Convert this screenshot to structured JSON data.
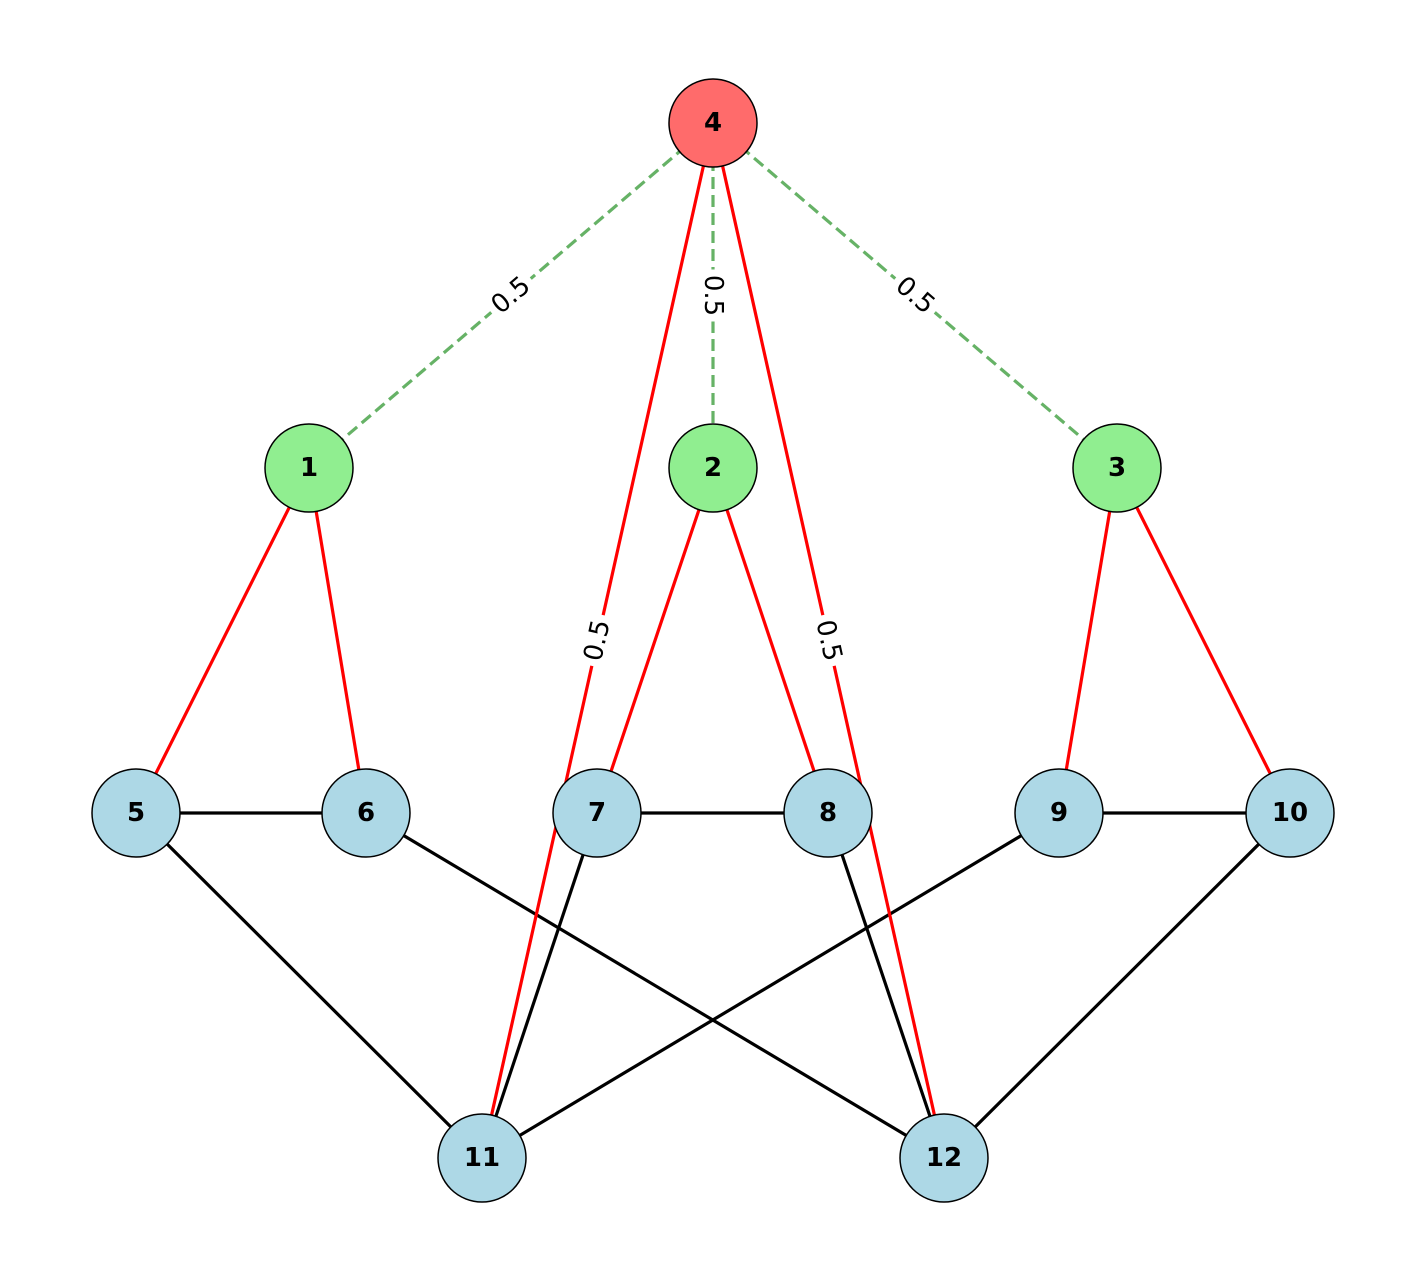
{
  "colors": {
    "root_fill": "#ff6b6b",
    "mid_fill": "#90ee90",
    "leaf_fill": "#add8e6",
    "weighted_edge": "#66b266",
    "red_edge": "#ff0000",
    "black_edge": "#000000"
  },
  "nodes": [
    {
      "id": "4",
      "label": "4",
      "group": "root"
    },
    {
      "id": "1",
      "label": "1",
      "group": "mid"
    },
    {
      "id": "2",
      "label": "2",
      "group": "mid"
    },
    {
      "id": "3",
      "label": "3",
      "group": "mid"
    },
    {
      "id": "5",
      "label": "5",
      "group": "leaf"
    },
    {
      "id": "6",
      "label": "6",
      "group": "leaf"
    },
    {
      "id": "7",
      "label": "7",
      "group": "leaf"
    },
    {
      "id": "8",
      "label": "8",
      "group": "leaf"
    },
    {
      "id": "9",
      "label": "9",
      "group": "leaf"
    },
    {
      "id": "10",
      "label": "10",
      "group": "leaf"
    },
    {
      "id": "11",
      "label": "11",
      "group": "leaf"
    },
    {
      "id": "12",
      "label": "12",
      "group": "leaf"
    }
  ],
  "edges": [
    {
      "source": "4",
      "target": "1",
      "style": "green-dashed",
      "label": "0.5"
    },
    {
      "source": "4",
      "target": "2",
      "style": "green-dashed",
      "label": "0.5"
    },
    {
      "source": "4",
      "target": "3",
      "style": "green-dashed",
      "label": "0.5"
    },
    {
      "source": "4",
      "target": "11",
      "style": "red",
      "label": "0.5"
    },
    {
      "source": "4",
      "target": "12",
      "style": "red",
      "label": "0.5"
    },
    {
      "source": "1",
      "target": "5",
      "style": "red",
      "label": ""
    },
    {
      "source": "1",
      "target": "6",
      "style": "red",
      "label": ""
    },
    {
      "source": "2",
      "target": "7",
      "style": "red",
      "label": ""
    },
    {
      "source": "2",
      "target": "8",
      "style": "red",
      "label": ""
    },
    {
      "source": "3",
      "target": "9",
      "style": "red",
      "label": ""
    },
    {
      "source": "3",
      "target": "10",
      "style": "red",
      "label": ""
    },
    {
      "source": "5",
      "target": "6",
      "style": "black",
      "label": ""
    },
    {
      "source": "7",
      "target": "8",
      "style": "black",
      "label": ""
    },
    {
      "source": "9",
      "target": "10",
      "style": "black",
      "label": ""
    },
    {
      "source": "5",
      "target": "11",
      "style": "black",
      "label": ""
    },
    {
      "source": "7",
      "target": "11",
      "style": "black",
      "label": ""
    },
    {
      "source": "9",
      "target": "11",
      "style": "black",
      "label": ""
    },
    {
      "source": "6",
      "target": "12",
      "style": "black",
      "label": ""
    },
    {
      "source": "8",
      "target": "12",
      "style": "black",
      "label": ""
    },
    {
      "source": "10",
      "target": "12",
      "style": "black",
      "label": ""
    }
  ]
}
